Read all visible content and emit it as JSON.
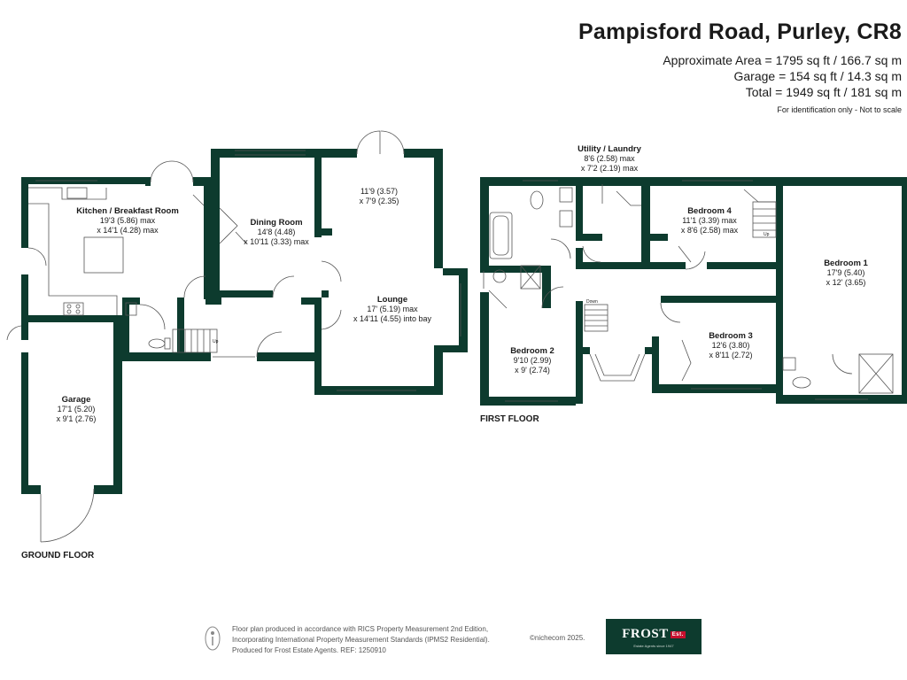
{
  "header": {
    "title": "Pampisford Road, Purley, CR8",
    "area": "Approximate Area = 1795 sq ft / 166.7 sq m",
    "garage": "Garage = 154 sq ft / 14.3 sq m",
    "total": "Total = 1949 sq ft / 181 sq m",
    "disclaimer": "For identification only - Not to scale"
  },
  "colors": {
    "wall": "#0d3b2e",
    "fixture": "#555555",
    "logo_bg": "#0d3b2e",
    "logo_accent": "#c8102e"
  },
  "ground_floor": {
    "label": "GROUND FLOOR",
    "rooms": {
      "kitchen": {
        "name": "Kitchen / Breakfast Room",
        "dim1": "19'3 (5.86) max",
        "dim2": "x 14'1 (4.28) max"
      },
      "dining": {
        "name": "Dining Room",
        "dim1": "14'8 (4.48)",
        "dim2": "x 10'11 (3.33) max"
      },
      "lounge_upper": {
        "dim1": "11'9 (3.57)",
        "dim2": "x 7'9 (2.35)"
      },
      "lounge": {
        "name": "Lounge",
        "dim1": "17' (5.19) max",
        "dim2": "x 14'11 (4.55) into bay"
      },
      "garage": {
        "name": "Garage",
        "dim1": "17'1 (5.20)",
        "dim2": "x 9'1 (2.76)"
      }
    },
    "stairs_label": "Up"
  },
  "first_floor": {
    "label": "FIRST FLOOR",
    "rooms": {
      "utility": {
        "name": "Utility / Laundry",
        "dim1": "8'6 (2.58) max",
        "dim2": "x 7'2 (2.19) max"
      },
      "bedroom4": {
        "name": "Bedroom 4",
        "dim1": "11'1 (3.39) max",
        "dim2": "x 8'6 (2.58) max"
      },
      "bedroom1": {
        "name": "Bedroom 1",
        "dim1": "17'9 (5.40)",
        "dim2": "x 12' (3.65)"
      },
      "bedroom2": {
        "name": "Bedroom 2",
        "dim1": "9'10 (2.99)",
        "dim2": "x 9' (2.74)"
      },
      "bedroom3": {
        "name": "Bedroom 3",
        "dim1": "12'6 (3.80)",
        "dim2": "x 8'11 (2.72)"
      }
    },
    "stairs_label": "Down",
    "stairs_up_label": "Up"
  },
  "footer": {
    "line1": "Floor plan produced in accordance with RICS Property Measurement 2nd Edition,",
    "line2": "Incorporating International Property Measurement Standards (IPMS2 Residential).",
    "line3": "Produced for Frost Estate Agents.   REF:  1250910",
    "copyright": "©nichecom 2025.",
    "logo_brand": "FROST",
    "logo_tag": "Est.",
    "logo_motto": "Estate Agents since 1947"
  }
}
